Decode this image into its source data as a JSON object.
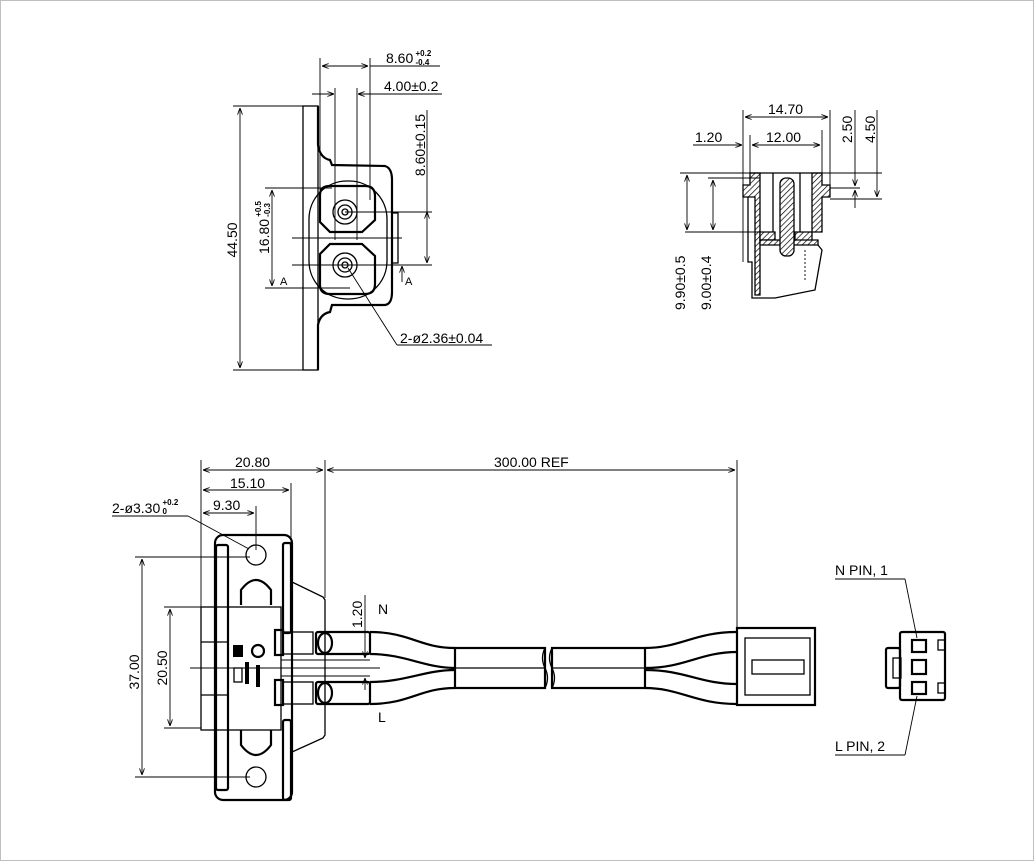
{
  "top_view": {
    "dim_width_top": "8.60",
    "dim_width_top_tol_plus": "+0.2",
    "dim_width_top_tol_minus": "-0.4",
    "dim_pin_gap": "4.00±0.2",
    "dim_pin_pitch": "8.60±0.15",
    "dim_height": "44.50",
    "dim_body": "16.80",
    "dim_body_tol_plus": "+0.5",
    "dim_body_tol_minus": "-0.3",
    "section_left": "A",
    "section_right": "A",
    "hole_callout": "2-ø2.36±0.04"
  },
  "section_view": {
    "dim_overall": "14.70",
    "dim_inner": "12.00",
    "dim_wall": "1.20",
    "dim_flange": "2.50",
    "dim_flange_total": "4.50",
    "dim_depth_outer": "9.90±0.5",
    "dim_depth_inner": "9.00±0.4"
  },
  "side_view": {
    "dim_total": "20.80",
    "dim_plate": "15.10",
    "dim_hole_offset": "9.30",
    "hole_callout": "2-ø3.30",
    "hole_tol_plus": "+0.2",
    "hole_tol_minus": "0",
    "dim_cable": "300.00 REF",
    "dim_mount_pitch": "37.00",
    "dim_body_height": "20.50",
    "dim_pin_spacing": "1.20",
    "label_n": "N",
    "label_l": "L"
  },
  "connector_view": {
    "n_pin": "N PIN, 1",
    "l_pin": "L PIN, 2"
  }
}
